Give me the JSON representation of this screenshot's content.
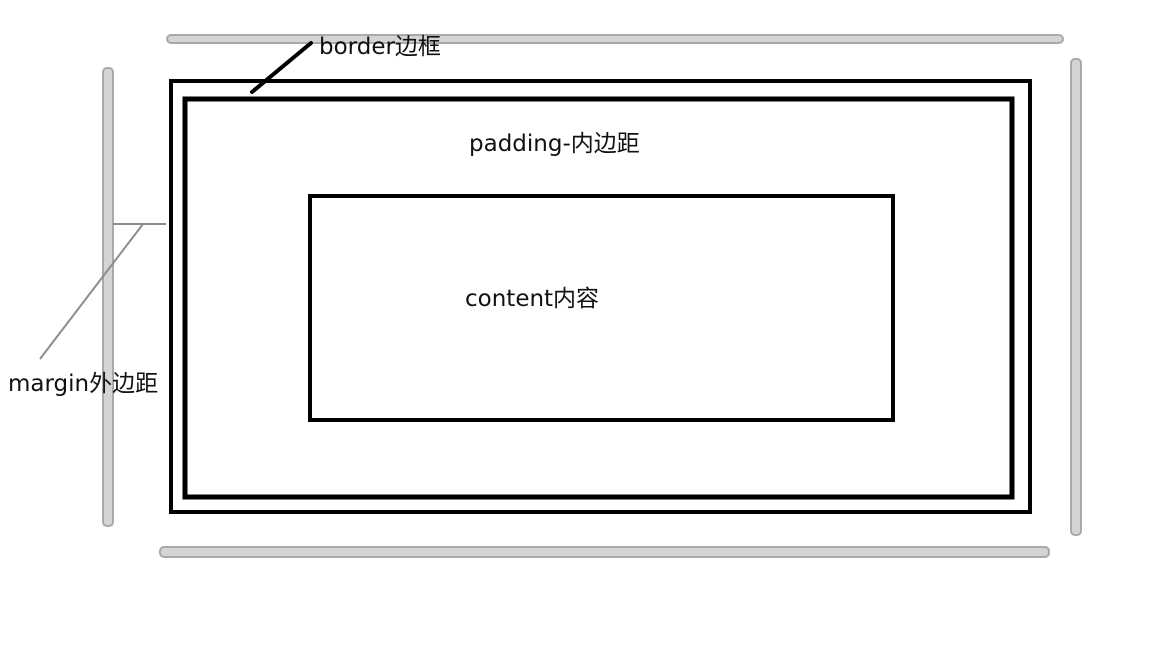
{
  "labels": {
    "border": "border边框",
    "padding": "padding-内边距",
    "content": "content内容",
    "margin": "margin外边距"
  },
  "colors": {
    "box_stroke": "#000000",
    "margin_stroke": "#b0b0b0",
    "text": "#111111",
    "background": "#ffffff"
  }
}
